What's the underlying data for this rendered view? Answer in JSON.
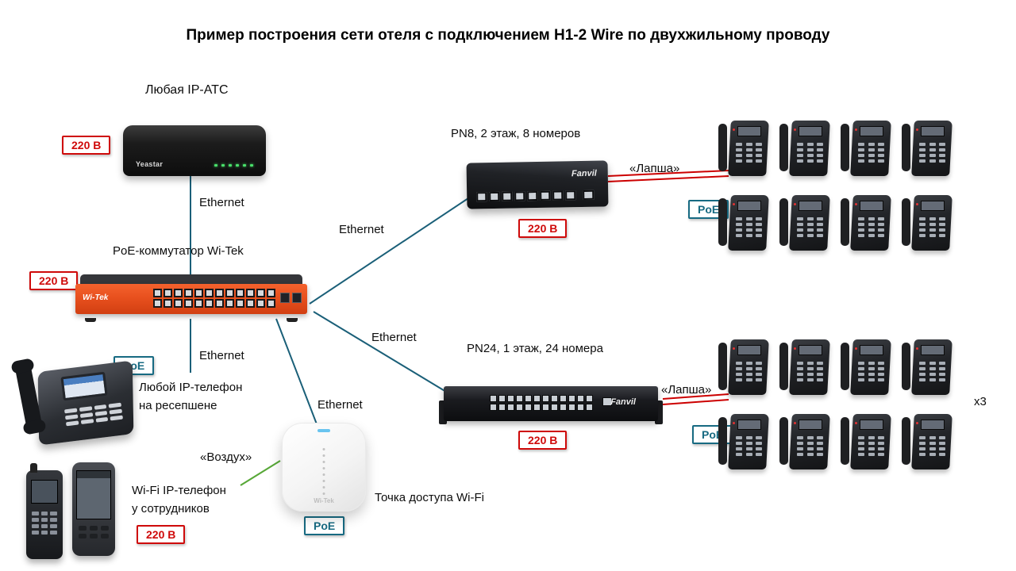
{
  "title": "Пример построения сети отеля с подключением H1-2 Wire по двухжильному проводу",
  "colors": {
    "ethernet_line": "#1a5f78",
    "wire_line": "#cc0000",
    "air_line": "#58a838",
    "power_badge": "#cf0a0a",
    "poe_badge": "#176a82",
    "core_switch_orange": "#e8501e"
  },
  "badges": {
    "power": "220 В",
    "poe": "PoE"
  },
  "devices": {
    "pbx": {
      "label": "Любая IP-АТС",
      "brand": "Yeastar"
    },
    "core_switch": {
      "label": "PoE-коммутатор Wi-Tek",
      "brand": "Wi-Tek"
    },
    "pn8": {
      "label": "PN8, 2 этаж, 8 номеров",
      "brand": "Fanvil"
    },
    "pn24": {
      "label": "PN24, 1 этаж, 24 номера",
      "brand": "Fanvil"
    },
    "reception_phone": {
      "label_line1": "Любой IP-телефон",
      "label_line2": "на ресепшене"
    },
    "wifi_phone": {
      "label_line1": "Wi-Fi IP-телефон",
      "label_line2": "у сотрудников"
    },
    "access_point": {
      "label": "Точка доступа Wi-Fi",
      "brand": "Wi-Tek"
    }
  },
  "links": {
    "ethernet": "Ethernet",
    "twisted_pair": "«Лапша»",
    "air": "«Воздух»",
    "multiplier": "x3"
  }
}
